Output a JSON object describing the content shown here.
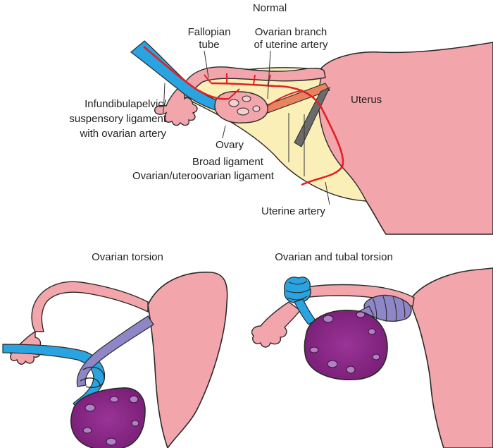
{
  "panels": {
    "normal": {
      "title": "Normal",
      "labels": {
        "fallopian_tube_1": "Fallopian",
        "fallopian_tube_2": "tube",
        "ovarian_branch_1": "Ovarian branch",
        "ovarian_branch_2": "of uterine artery",
        "uterus": "Uterus",
        "ligament_1": "Infundibulapelvic/",
        "ligament_2": "suspensory ligament",
        "ligament_3": "with ovarian artery",
        "ovary": "Ovary",
        "broad_ligament": "Broad ligament",
        "uteroovarian": "Ovarian/uteroovarian ligament",
        "uterine_artery": "Uterine artery"
      }
    },
    "ovarian_torsion": {
      "title": "Ovarian torsion"
    },
    "tubal_torsion": {
      "title": "Ovarian and tubal torsion"
    }
  },
  "colors": {
    "uterus": "#f2a5ab",
    "uterus_outline": "#2a2a2a",
    "broad_ligament": "#fbefb8",
    "artery": "#e31e24",
    "ligament_blue": "#2aa4e0",
    "ligament_purple": "#8e86c6",
    "ovary_torsed": "#8c2a8a",
    "uteroovarian": "#e9835d"
  }
}
